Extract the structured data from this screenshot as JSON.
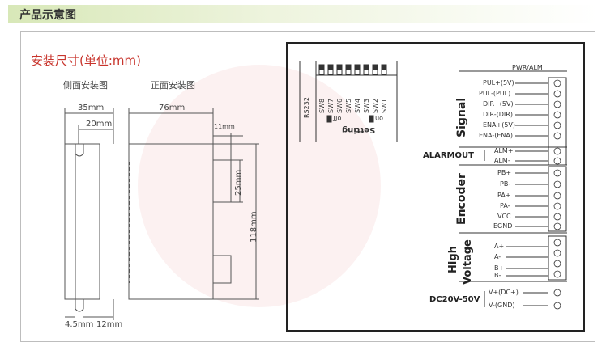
{
  "header": {
    "title": "产品示意图"
  },
  "dimensions": {
    "title": "安装尺寸(单位:mm)",
    "side_view_label": "侧面安装图",
    "front_view_label": "正面安装图",
    "side": {
      "width": "35mm",
      "inner": "20mm",
      "bottom_left": "4.5mm",
      "bottom_right": "12mm"
    },
    "front": {
      "width": "76mm",
      "small": "11mm",
      "mid": "25mm",
      "height": "118mm"
    }
  },
  "switch_panel": {
    "rs232": "RS232",
    "switches": [
      "SW8",
      "SW7",
      "SW6",
      "SW5",
      "SW4",
      "SW3",
      "SW2",
      "SW1"
    ],
    "off": "off",
    "on": "on",
    "setting": "Setting"
  },
  "terminals": {
    "pwr_alm": "PWR/ALM",
    "signal": {
      "title": "Signal",
      "pins": [
        "PUL+(5V)",
        "PUL-(PUL)",
        "DIR+(5V)",
        "DIR-(DIR)",
        "ENA+(5V)",
        "ENA-(ENA)"
      ]
    },
    "alarmout": {
      "title": "ALARMOUT",
      "pins": [
        "ALM+",
        "ALM-"
      ]
    },
    "encoder": {
      "title": "Encoder",
      "pins": [
        "PB+",
        "PB-",
        "PA+",
        "PA-",
        "VCC",
        "EGND"
      ]
    },
    "high_voltage": {
      "title1": "High",
      "title2": "Voltage",
      "pins": [
        "A+",
        "A-",
        "B+",
        "B-"
      ]
    },
    "power": {
      "title": "DC20V-50V",
      "pins": [
        "V+(DC+)",
        "V-(GND)"
      ]
    }
  }
}
